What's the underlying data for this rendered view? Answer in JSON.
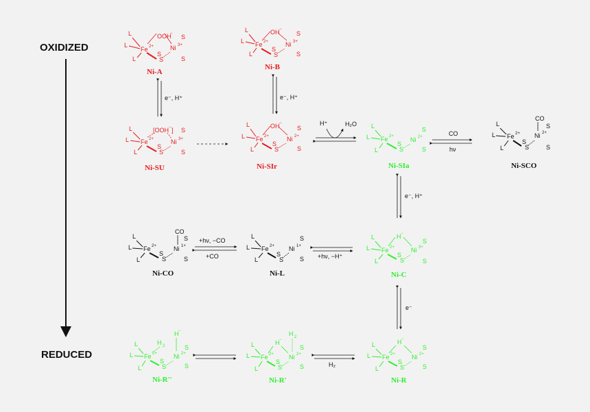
{
  "axis": {
    "top_label": "OXIDIZED",
    "bottom_label": "REDUCED"
  },
  "colors": {
    "red": "#e8191e",
    "green": "#2cf02c",
    "black": "#111111"
  },
  "species": {
    "ni_a": "Ni-A",
    "ni_b": "Ni-B",
    "ni_su": "Ni-SU",
    "ni_sir": "Ni-SIr",
    "ni_sia": "Ni-SIa",
    "ni_sco": "Ni-SCO",
    "ni_co": "Ni-CO",
    "ni_l": "Ni-L",
    "ni_c": "Ni-C",
    "ni_r2": "Ni-R''",
    "ni_r1": "Ni-R'",
    "ni_r": "Ni-R"
  },
  "ligands": {
    "ooh": "OOH",
    "oh": "OH",
    "ooh_bracket": "[OOH",
    "co": "CO",
    "h": "H",
    "h2": "H2",
    "l": "L",
    "s": "S",
    "fe": "Fe",
    "ni": "Ni"
  },
  "charges": {
    "fe2": "2+",
    "ni3": "3+",
    "ni2": "2+",
    "ni1": "1+",
    "minus": "−"
  },
  "conditions": {
    "e_h_1": "e⁻, H⁺",
    "e_h_2": "e⁻, H⁺",
    "h_plus": "H⁺",
    "h2o": "H₂O",
    "co_top": "CO",
    "hv": "hν",
    "e_h_3": "e⁻, H⁺",
    "hv_minus_co": "+hν, −CO",
    "plus_co": "+CO",
    "hv_minus_h": "+hν, −H⁺",
    "e_only": "e⁻",
    "h2_eq": "H₂"
  }
}
